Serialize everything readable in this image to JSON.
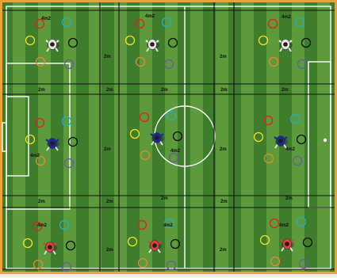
{
  "pitch": {
    "colors": {
      "outer_border": "#e8a33c",
      "grass_dark": "#3e7d2c",
      "grass_light": "#5c9a3c",
      "line_white": "#ffffff",
      "grid_line": "#111111",
      "label_text": "#111111"
    }
  },
  "cone_colors": {
    "red": "#e0231b",
    "cyan": "#1fb2c4",
    "yellow": "#f2e21c",
    "black": "#111111",
    "orange": "#e38a2a",
    "purple": "#6b5aa6"
  },
  "kits": {
    "white": "#e6e6e6",
    "blue": "#1a2a9a",
    "red": "#d94040"
  },
  "grid": {
    "labels": {
      "horizontal_gap": "2m",
      "vertical_gap": "2m",
      "area": "4m2"
    }
  },
  "cells": [
    {
      "row": "top",
      "col": "left",
      "kit": "white",
      "area_label": "4m2"
    },
    {
      "row": "top",
      "col": "middle",
      "kit": "white",
      "area_label": "4m2"
    },
    {
      "row": "top",
      "col": "right",
      "kit": "white",
      "area_label": "4m2"
    },
    {
      "row": "middle",
      "col": "left",
      "kit": "blue",
      "area_label": "4m2"
    },
    {
      "row": "middle",
      "col": "middle",
      "kit": "blue",
      "area_label": "4m2"
    },
    {
      "row": "middle",
      "col": "right",
      "kit": "blue",
      "area_label": "4m2"
    },
    {
      "row": "bottom",
      "col": "left",
      "kit": "red",
      "area_label": "4m2"
    },
    {
      "row": "bottom",
      "col": "middle",
      "kit": "red",
      "area_label": "4m2"
    },
    {
      "row": "bottom",
      "col": "right",
      "kit": "red",
      "area_label": "4m2"
    }
  ]
}
